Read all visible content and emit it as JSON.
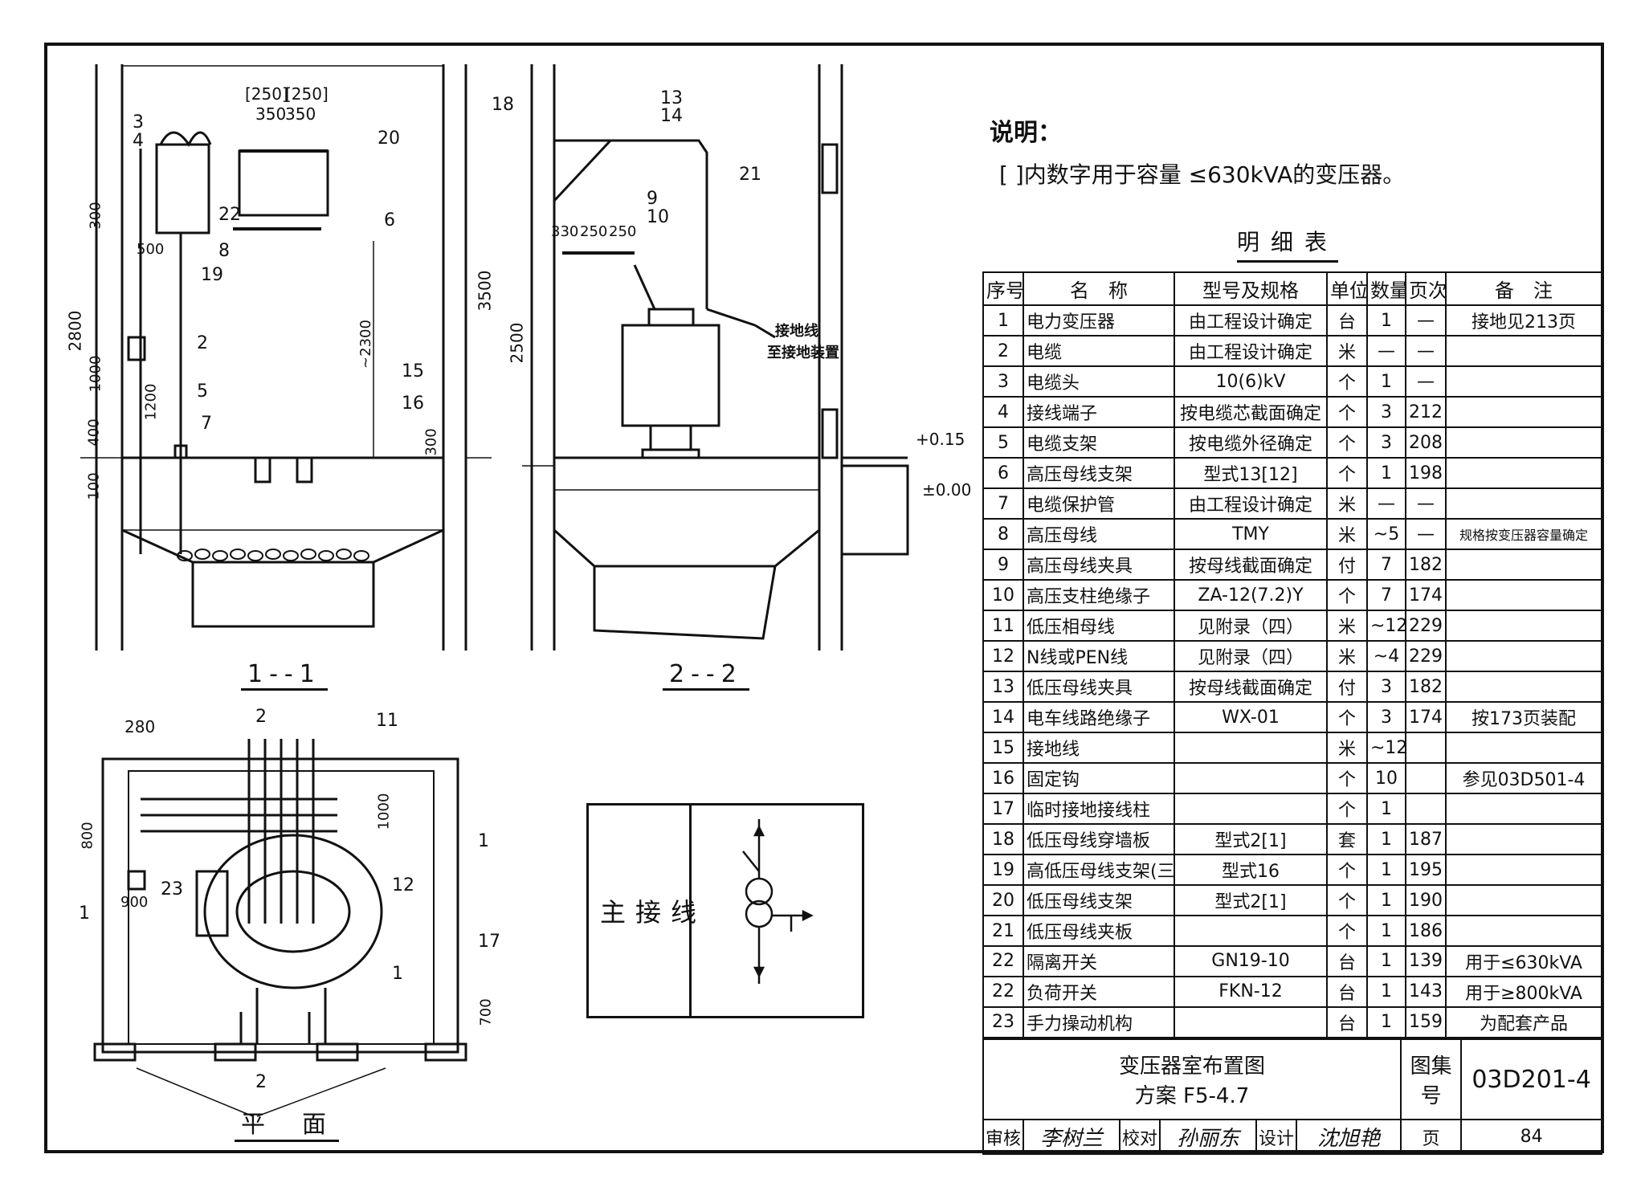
{
  "notes": {
    "title": "说明：",
    "line1": "[ ]内数字用于容量 ≤630kVA的变压器。"
  },
  "parts_table": {
    "title": "明细表",
    "headers": [
      "序号",
      "名　称",
      "型号及规格",
      "单位",
      "数量",
      "页次",
      "备　注"
    ],
    "rows": [
      [
        "1",
        "电力变压器",
        "由工程设计确定",
        "台",
        "1",
        "—",
        "接地见213页"
      ],
      [
        "2",
        "电缆",
        "由工程设计确定",
        "米",
        "—",
        "—",
        ""
      ],
      [
        "3",
        "电缆头",
        "10(6)kV",
        "个",
        "1",
        "—",
        ""
      ],
      [
        "4",
        "接线端子",
        "按电缆芯截面确定",
        "个",
        "3",
        "212",
        ""
      ],
      [
        "5",
        "电缆支架",
        "按电缆外径确定",
        "个",
        "3",
        "208",
        ""
      ],
      [
        "6",
        "高压母线支架",
        "型式13[12]",
        "个",
        "1",
        "198",
        ""
      ],
      [
        "7",
        "电缆保护管",
        "由工程设计确定",
        "米",
        "—",
        "—",
        ""
      ],
      [
        "8",
        "高压母线",
        "TMY",
        "米",
        "~5",
        "—",
        "规格按变压器容量确定"
      ],
      [
        "9",
        "高压母线夹具",
        "按母线截面确定",
        "付",
        "7",
        "182",
        ""
      ],
      [
        "10",
        "高压支柱绝缘子",
        "ZA-12(7.2)Y",
        "个",
        "7",
        "174",
        ""
      ],
      [
        "11",
        "低压相母线",
        "见附录（四）",
        "米",
        "~12",
        "229",
        ""
      ],
      [
        "12",
        "N线或PEN线",
        "见附录（四）",
        "米",
        "~4",
        "229",
        ""
      ],
      [
        "13",
        "低压母线夹具",
        "按母线截面确定",
        "付",
        "3",
        "182",
        ""
      ],
      [
        "14",
        "电车线路绝缘子",
        "WX-01",
        "个",
        "3",
        "174",
        "按173页装配"
      ],
      [
        "15",
        "接地线",
        "",
        "米",
        "~12",
        "",
        ""
      ],
      [
        "16",
        "固定钩",
        "",
        "个",
        "10",
        "",
        "参见03D501-4"
      ],
      [
        "17",
        "临时接地接线柱",
        "",
        "个",
        "1",
        "",
        ""
      ],
      [
        "18",
        "低压母线穿墙板",
        "型式2[1]",
        "套",
        "1",
        "187",
        ""
      ],
      [
        "19",
        "高低压母线支架(三)",
        "型式16",
        "个",
        "1",
        "195",
        ""
      ],
      [
        "20",
        "低压母线支架",
        "型式2[1]",
        "个",
        "1",
        "190",
        ""
      ],
      [
        "21",
        "低压母线夹板",
        "",
        "个",
        "1",
        "186",
        ""
      ],
      [
        "22",
        "隔离开关",
        "GN19-10",
        "台",
        "1",
        "139",
        "用于≤630kVA"
      ],
      [
        "22",
        "负荷开关",
        "FKN-12",
        "台",
        "1",
        "143",
        "用于≥800kVA"
      ],
      [
        "23",
        "手力操动机构",
        "",
        "台",
        "1",
        "159",
        "为配套产品"
      ]
    ]
  },
  "title_block": {
    "drawing_title": "变压器室布置图",
    "scheme": "方案 F5-4.7",
    "atlas_label": "图集号",
    "atlas_no": "03D201-4",
    "review_label": "审核",
    "check_label": "校对",
    "design_label": "设计",
    "page_label": "页",
    "page_no": "84",
    "reviewer_sig": "李树兰",
    "checker_sig": "孙丽东",
    "designer_sig": "沈旭艳"
  },
  "views": {
    "section_1": "1--1",
    "section_2": "2--2",
    "plan": "平　面",
    "main_wiring": "主接线"
  },
  "callouts": {
    "c1": "1",
    "c2": "2",
    "c3": "3",
    "c4": "4",
    "c5": "5",
    "c6": "6",
    "c7": "7",
    "c8": "8",
    "c9": "9",
    "c10": "10",
    "c11": "11",
    "c12": "12",
    "c13": "13",
    "c14": "14",
    "c15": "15",
    "c16": "16",
    "c17": "17",
    "c18": "18",
    "c19": "19",
    "c20": "20",
    "c21": "21",
    "c22": "22",
    "c23": "23"
  },
  "dimensions": {
    "d250a": "[250]",
    "d250b": "[250]",
    "d350a": "350",
    "d350b": "350",
    "d300": "300",
    "d500": "500",
    "d2800": "2800",
    "d1000": "1000",
    "d1200": "1200",
    "d400": "400",
    "d100": "100",
    "d2300": "~2300",
    "d300b": "300",
    "d3500": "3500",
    "d2500": "2500",
    "d330": "330",
    "d250c": "250",
    "d250d": "250",
    "lvl_p015": "+0.15",
    "lvl_000": "±0.00",
    "d280": "280",
    "d800": "800",
    "d900": "900",
    "d1000b": "1000",
    "d700": "700",
    "section_mark_2": "2",
    "section_mark_1": "1"
  },
  "ground_note": {
    "line1": "接地线",
    "line2": "至接地装置"
  }
}
